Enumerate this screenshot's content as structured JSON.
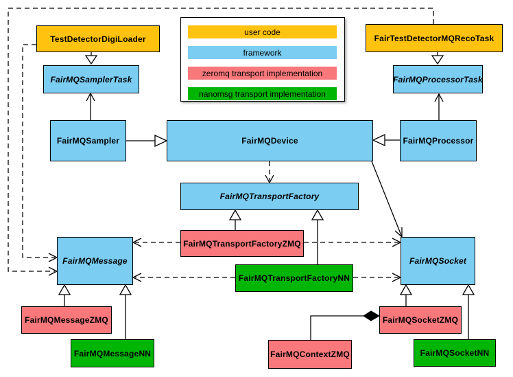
{
  "diagram_type": "uml-class-diagram",
  "colors": {
    "user_code": "#FFC20E",
    "framework": "#7BCDF2",
    "zeromq": "#F8787B",
    "nanomsg": "#01B505",
    "border": "#000000",
    "background": "#FFFFFF"
  },
  "legend": {
    "items": [
      {
        "label": "user code",
        "color": "#FFC20E"
      },
      {
        "label": "framework",
        "color": "#7BCDF2"
      },
      {
        "label": "zeromq transport implementation",
        "color": "#F8787B"
      },
      {
        "label": "nanomsg transport implementation",
        "color": "#01B505"
      }
    ]
  },
  "nodes": {
    "digiloader": {
      "label": "TestDetectorDigiLoader",
      "category": "user code"
    },
    "recotask": {
      "label": "FairTestDetectorMQRecoTask",
      "category": "user code"
    },
    "samplertask": {
      "label": "FairMQSamplerTask",
      "category": "framework",
      "abstract": true
    },
    "processortask": {
      "label": "FairMQProcessorTask",
      "category": "framework",
      "abstract": true
    },
    "sampler": {
      "label": "FairMQSampler",
      "category": "framework"
    },
    "device": {
      "label": "FairMQDevice",
      "category": "framework"
    },
    "processor": {
      "label": "FairMQProcessor",
      "category": "framework"
    },
    "transportfactory": {
      "label": "FairMQTransportFactory",
      "category": "framework",
      "abstract": true
    },
    "tfzmq": {
      "label": "FairMQTransportFactoryZMQ",
      "category": "zeromq"
    },
    "tfnn": {
      "label": "FairMQTransportFactoryNN",
      "category": "nanomsg"
    },
    "message": {
      "label": "FairMQMessage",
      "category": "framework",
      "abstract": true
    },
    "messagezmq": {
      "label": "FairMQMessageZMQ",
      "category": "zeromq"
    },
    "messagenn": {
      "label": "FairMQMessageNN",
      "category": "nanomsg"
    },
    "socket": {
      "label": "FairMQSocket",
      "category": "framework",
      "abstract": true
    },
    "socketzmq": {
      "label": "FairMQSocketZMQ",
      "category": "zeromq"
    },
    "socketnn": {
      "label": "FairMQSocketNN",
      "category": "nanomsg"
    },
    "contextzmq": {
      "label": "FairMQContextZMQ",
      "category": "zeromq"
    }
  },
  "edges": [
    {
      "from": "TestDetectorDigiLoader",
      "to": "FairMQSamplerTask",
      "type": "generalization"
    },
    {
      "from": "FairTestDetectorMQRecoTask",
      "to": "FairMQProcessorTask",
      "type": "generalization"
    },
    {
      "from": "FairMQSampler",
      "to": "FairMQDevice",
      "type": "generalization"
    },
    {
      "from": "FairMQProcessor",
      "to": "FairMQDevice",
      "type": "generalization"
    },
    {
      "from": "FairMQSampler",
      "to": "FairMQSamplerTask",
      "type": "association"
    },
    {
      "from": "FairMQProcessor",
      "to": "FairMQProcessorTask",
      "type": "association"
    },
    {
      "from": "FairMQDevice",
      "to": "FairMQTransportFactory",
      "type": "dependency"
    },
    {
      "from": "FairMQDevice",
      "to": "FairMQSocket",
      "type": "association"
    },
    {
      "from": "TestDetectorDigiLoader",
      "to": "FairMQMessage",
      "type": "dependency"
    },
    {
      "from": "FairTestDetectorMQRecoTask",
      "to": "FairMQMessage",
      "type": "dependency"
    },
    {
      "from": "FairMQTransportFactoryZMQ",
      "to": "FairMQTransportFactory",
      "type": "generalization"
    },
    {
      "from": "FairMQTransportFactoryNN",
      "to": "FairMQTransportFactory",
      "type": "generalization"
    },
    {
      "from": "FairMQTransportFactoryZMQ",
      "to": "FairMQMessage",
      "type": "dependency"
    },
    {
      "from": "FairMQTransportFactoryZMQ",
      "to": "FairMQSocket",
      "type": "dependency"
    },
    {
      "from": "FairMQTransportFactoryNN",
      "to": "FairMQMessage",
      "type": "dependency"
    },
    {
      "from": "FairMQTransportFactoryNN",
      "to": "FairMQSocket",
      "type": "dependency"
    },
    {
      "from": "FairMQMessageZMQ",
      "to": "FairMQMessage",
      "type": "generalization"
    },
    {
      "from": "FairMQMessageNN",
      "to": "FairMQMessage",
      "type": "generalization"
    },
    {
      "from": "FairMQSocketZMQ",
      "to": "FairMQSocket",
      "type": "generalization"
    },
    {
      "from": "FairMQSocketNN",
      "to": "FairMQSocket",
      "type": "generalization"
    },
    {
      "from": "FairMQContextZMQ",
      "to": "FairMQSocketZMQ",
      "type": "composition"
    }
  ]
}
